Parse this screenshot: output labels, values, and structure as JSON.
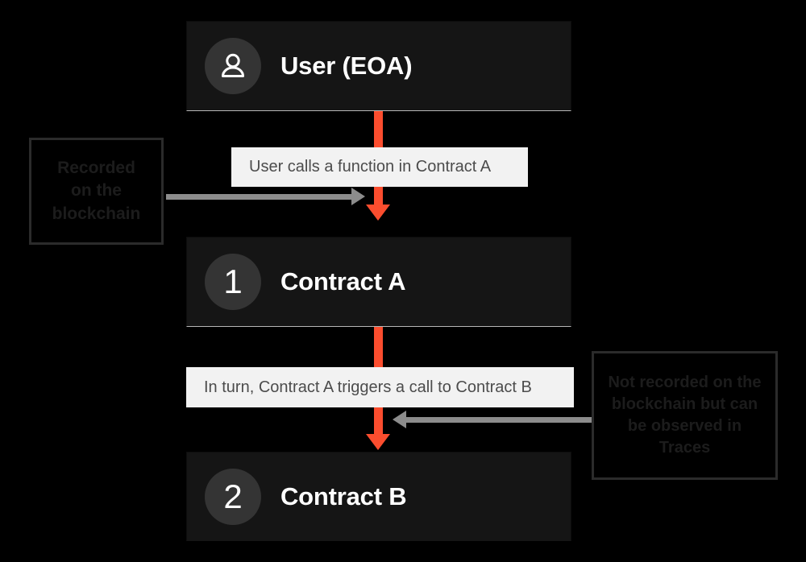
{
  "diagram": {
    "background_color": "#000000",
    "accent_color": "#fb4d2e",
    "node_color": "#151515",
    "ribbon_color": "#f2f2f2",
    "annotation_arrow_color": "#8c8c8c",
    "nodes": [
      {
        "id": "user",
        "icon": "person-icon",
        "badge": "",
        "title": "User (EOA)"
      },
      {
        "id": "contract-a",
        "icon": "number-badge",
        "badge": "1",
        "title": "Contract A"
      },
      {
        "id": "contract-b",
        "icon": "number-badge",
        "badge": "2",
        "title": "Contract B"
      }
    ],
    "ribbons": [
      {
        "id": "step-1",
        "text": "User calls a function in Contract A"
      },
      {
        "id": "step-2",
        "text": "In turn, Contract A triggers a call to Contract B"
      }
    ],
    "callouts": {
      "left": {
        "lines": [
          "Recorded",
          "on the",
          "blockchain"
        ]
      },
      "right": {
        "lines": [
          "Not recorded on the",
          "blockchain but can",
          "be observed in",
          "Traces"
        ]
      }
    }
  }
}
